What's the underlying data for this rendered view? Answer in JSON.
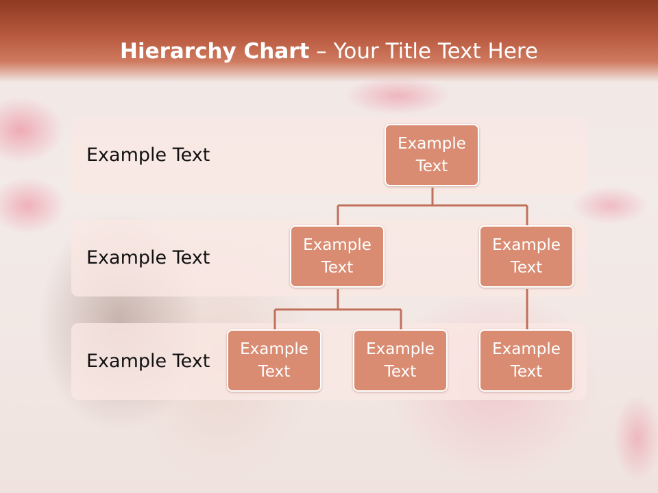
{
  "title": {
    "bold": "Hierarchy Chart",
    "dash": " – ",
    "rest": "Your Title Text Here"
  },
  "levels": [
    {
      "label": "Example Text"
    },
    {
      "label": "Example Text"
    },
    {
      "label": "Example Text"
    }
  ],
  "nodes": {
    "root": "Example Text",
    "l2_left": "Example Text",
    "l2_right": "Example Text",
    "l3_a": "Example Text",
    "l3_b": "Example Text",
    "l3_c": "Example Text"
  },
  "colors": {
    "header": "#b95a3f",
    "node_fill": "#d98c72",
    "connector": "#c0705a",
    "band": "#fae8e4"
  }
}
